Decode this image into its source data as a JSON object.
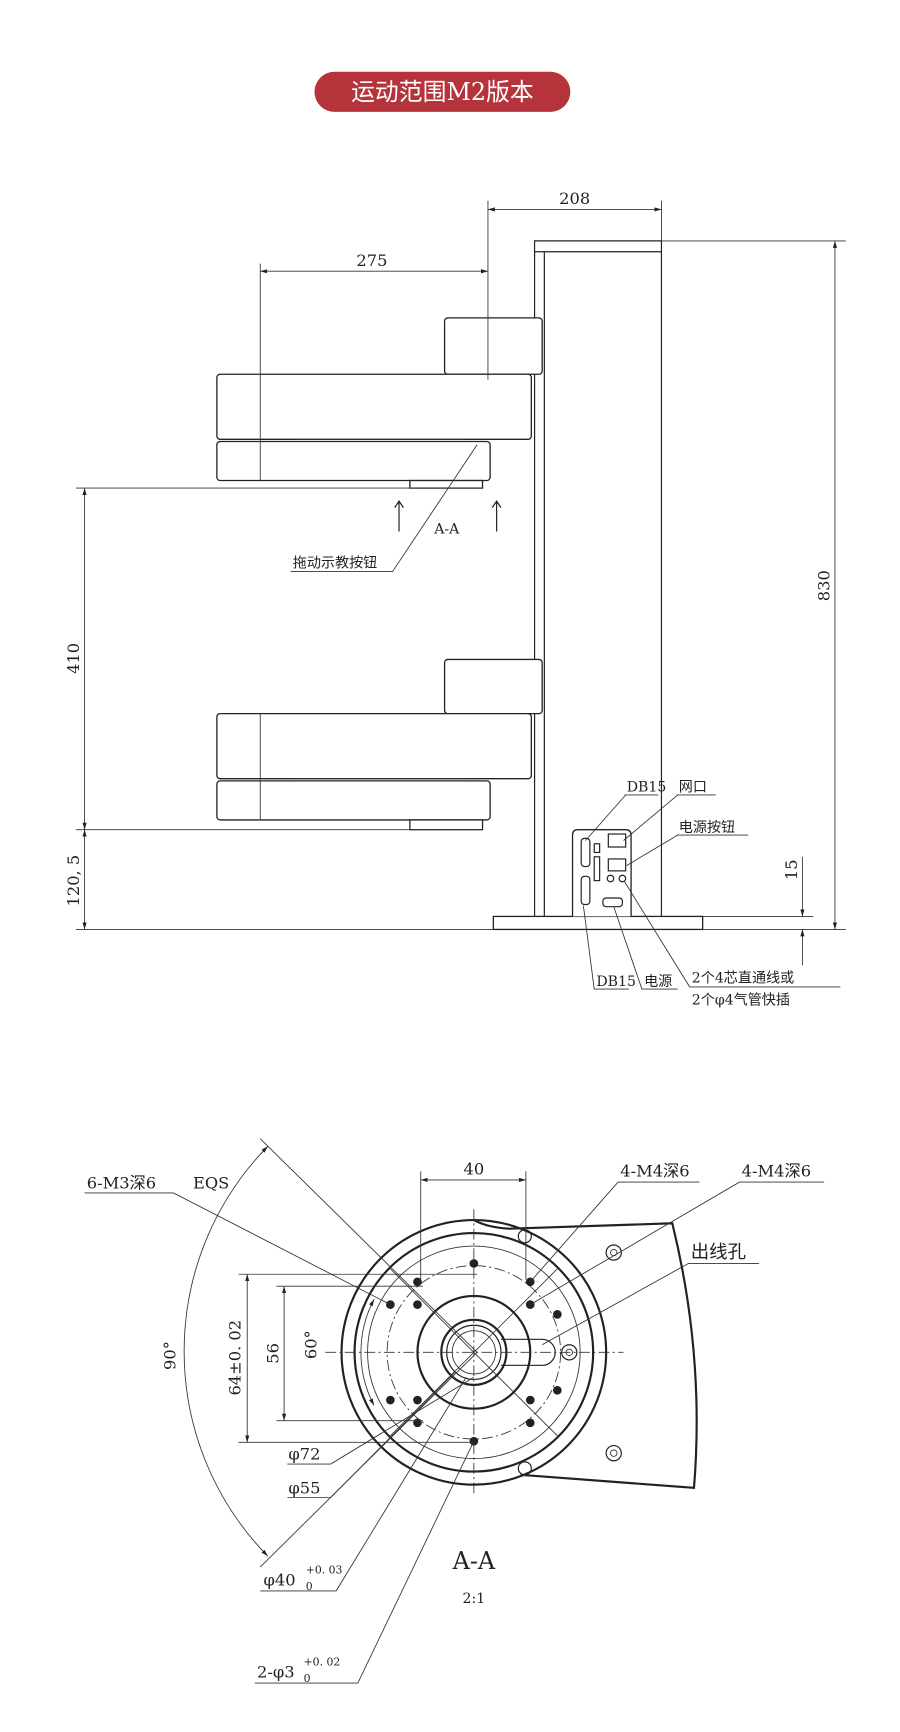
{
  "title": "运动范围M2版本",
  "colors": {
    "title_bg": "#b5343c",
    "title_text": "#ffffff",
    "line": "#222222"
  },
  "side_view": {
    "dimensions": {
      "d208": "208",
      "d275": "275",
      "d830": "830",
      "d410": "410",
      "d120_5": "120, 5",
      "d15": "15"
    },
    "section_mark": "A-A",
    "labels": {
      "teach_button": "拖动示教按钮",
      "db15_top": "DB15",
      "network_port": "网口",
      "power_button": "电源按钮",
      "db15_bottom": "DB15",
      "power": "电源",
      "air_line_1": "2个4芯直通线或",
      "air_line_2": "2个φ4气管快插"
    }
  },
  "section_view": {
    "labels": {
      "m3": "6-M3深6",
      "eqs": "EQS",
      "m4_a": "4-M4深6",
      "m4_b": "4-M4深6",
      "cable_hole": "出线孔",
      "phi72": "φ72",
      "phi55": "φ55",
      "phi40": "φ40",
      "phi40_tol_upper": "+0. 03",
      "phi40_tol_lower": "0",
      "phi3": "2-φ3",
      "phi3_tol_upper": "+0. 02",
      "phi3_tol_lower": "0"
    },
    "dimensions": {
      "d40": "40",
      "d64": "64±0. 02",
      "d56": "56",
      "a60": "60°",
      "a90": "90°"
    },
    "title": "A-A",
    "scale": "2:1"
  }
}
